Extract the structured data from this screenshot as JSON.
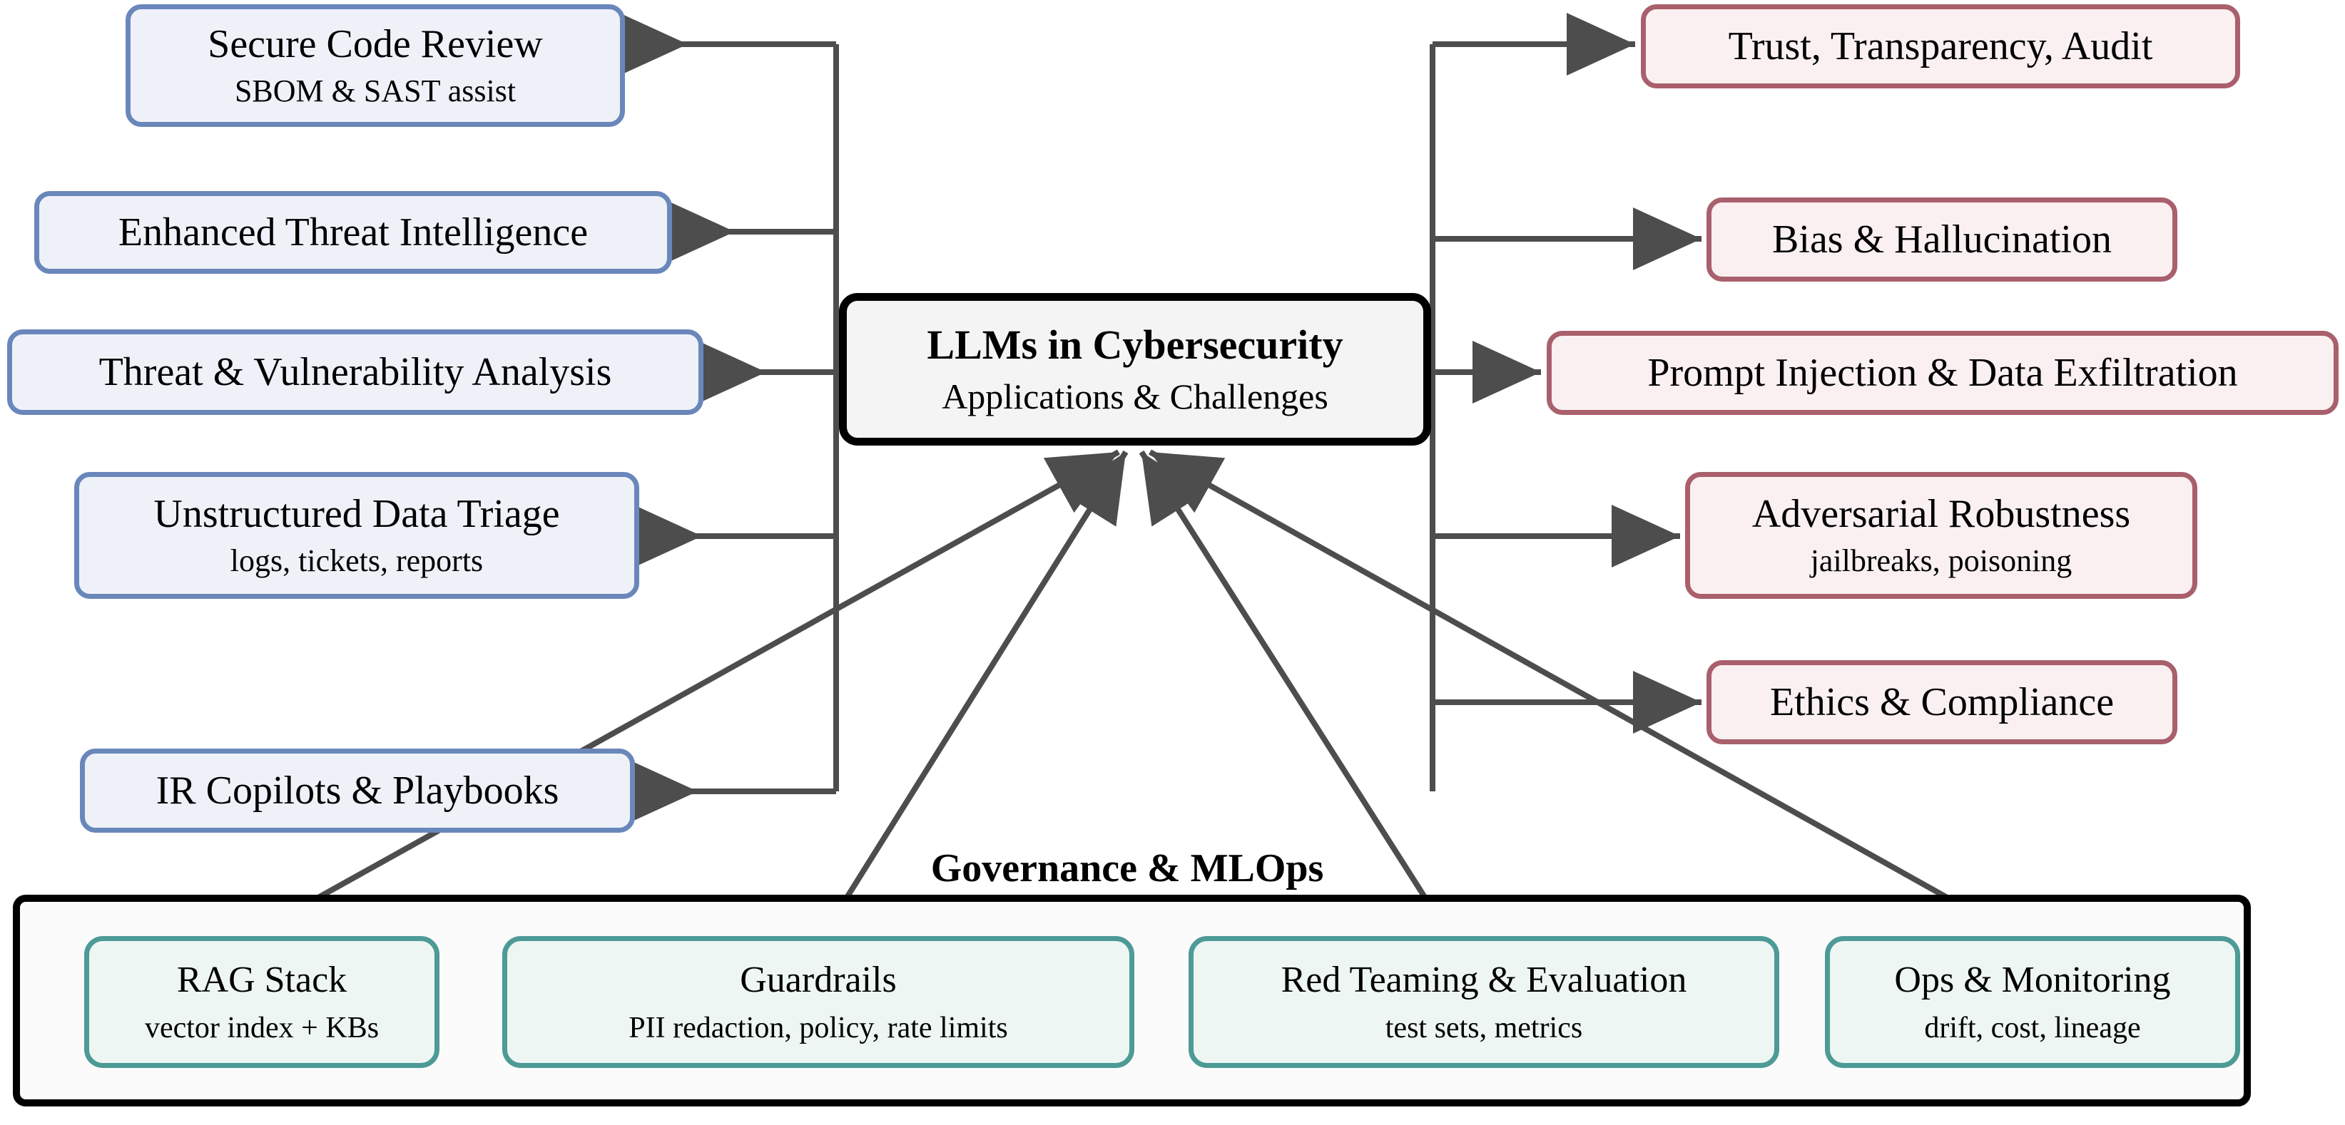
{
  "diagram": {
    "center": {
      "title": "LLMs in Cybersecurity",
      "subtitle": "Applications & Challenges"
    },
    "governance": {
      "label": "Governance & MLOps"
    },
    "colors": {
      "application_border": "#6a87bb",
      "application_fill": "#eef2f8",
      "challenge_border": "#a9606c",
      "challenge_fill": "#faf0f1",
      "governance_border": "#4d9a96",
      "governance_fill": "#eef6f4",
      "hub_border": "#000000",
      "hub_fill": "#f4f4f4",
      "edge": "#4d4d4d"
    },
    "applications": [
      {
        "title": "Secure Code Review",
        "subtitle": "SBOM & SAST assist"
      },
      {
        "title": "Enhanced Threat Intelligence",
        "subtitle": ""
      },
      {
        "title": "Threat & Vulnerability Analysis",
        "subtitle": ""
      },
      {
        "title": "Unstructured Data Triage",
        "subtitle": "logs, tickets, reports"
      },
      {
        "title": "IR Copilots & Playbooks",
        "subtitle": ""
      }
    ],
    "challenges": [
      {
        "title": "Trust, Transparency, Audit",
        "subtitle": ""
      },
      {
        "title": "Bias & Hallucination",
        "subtitle": ""
      },
      {
        "title": "Prompt Injection & Data Exfiltration",
        "subtitle": ""
      },
      {
        "title": "Adversarial Robustness",
        "subtitle": "jailbreaks, poisoning"
      },
      {
        "title": "Ethics & Compliance",
        "subtitle": ""
      }
    ],
    "governance_items": [
      {
        "title": "RAG Stack",
        "subtitle": "vector index + KBs"
      },
      {
        "title": "Guardrails",
        "subtitle": "PII redaction, policy, rate limits"
      },
      {
        "title": "Red Teaming & Evaluation",
        "subtitle": "test sets, metrics"
      },
      {
        "title": "Ops & Monitoring",
        "subtitle": "drift, cost, lineage"
      }
    ]
  }
}
